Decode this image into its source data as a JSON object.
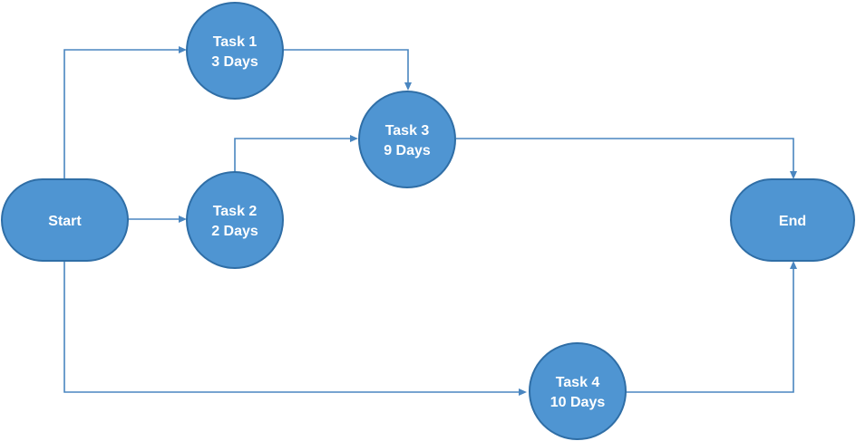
{
  "diagram": {
    "nodes": {
      "start": {
        "label": "Start"
      },
      "task1": {
        "line1": "Task 1",
        "line2": "3 Days"
      },
      "task2": {
        "line1": "Task 2",
        "line2": "2 Days"
      },
      "task3": {
        "line1": "Task 3",
        "line2": "9 Days"
      },
      "task4": {
        "line1": "Task 4",
        "line2": "10 Days"
      },
      "end": {
        "label": "End"
      }
    },
    "edges": [
      {
        "from": "Start",
        "to": "Task 1"
      },
      {
        "from": "Start",
        "to": "Task 2"
      },
      {
        "from": "Start",
        "to": "Task 4"
      },
      {
        "from": "Task 1",
        "to": "Task 3"
      },
      {
        "from": "Task 2",
        "to": "Task 3"
      },
      {
        "from": "Task 3",
        "to": "End"
      },
      {
        "from": "Task 4",
        "to": "End"
      }
    ],
    "colors": {
      "node_fill": "#4f95d2",
      "node_border": "#2f6ea6",
      "node_text": "#ffffff",
      "edge": "#4a86c0"
    }
  }
}
